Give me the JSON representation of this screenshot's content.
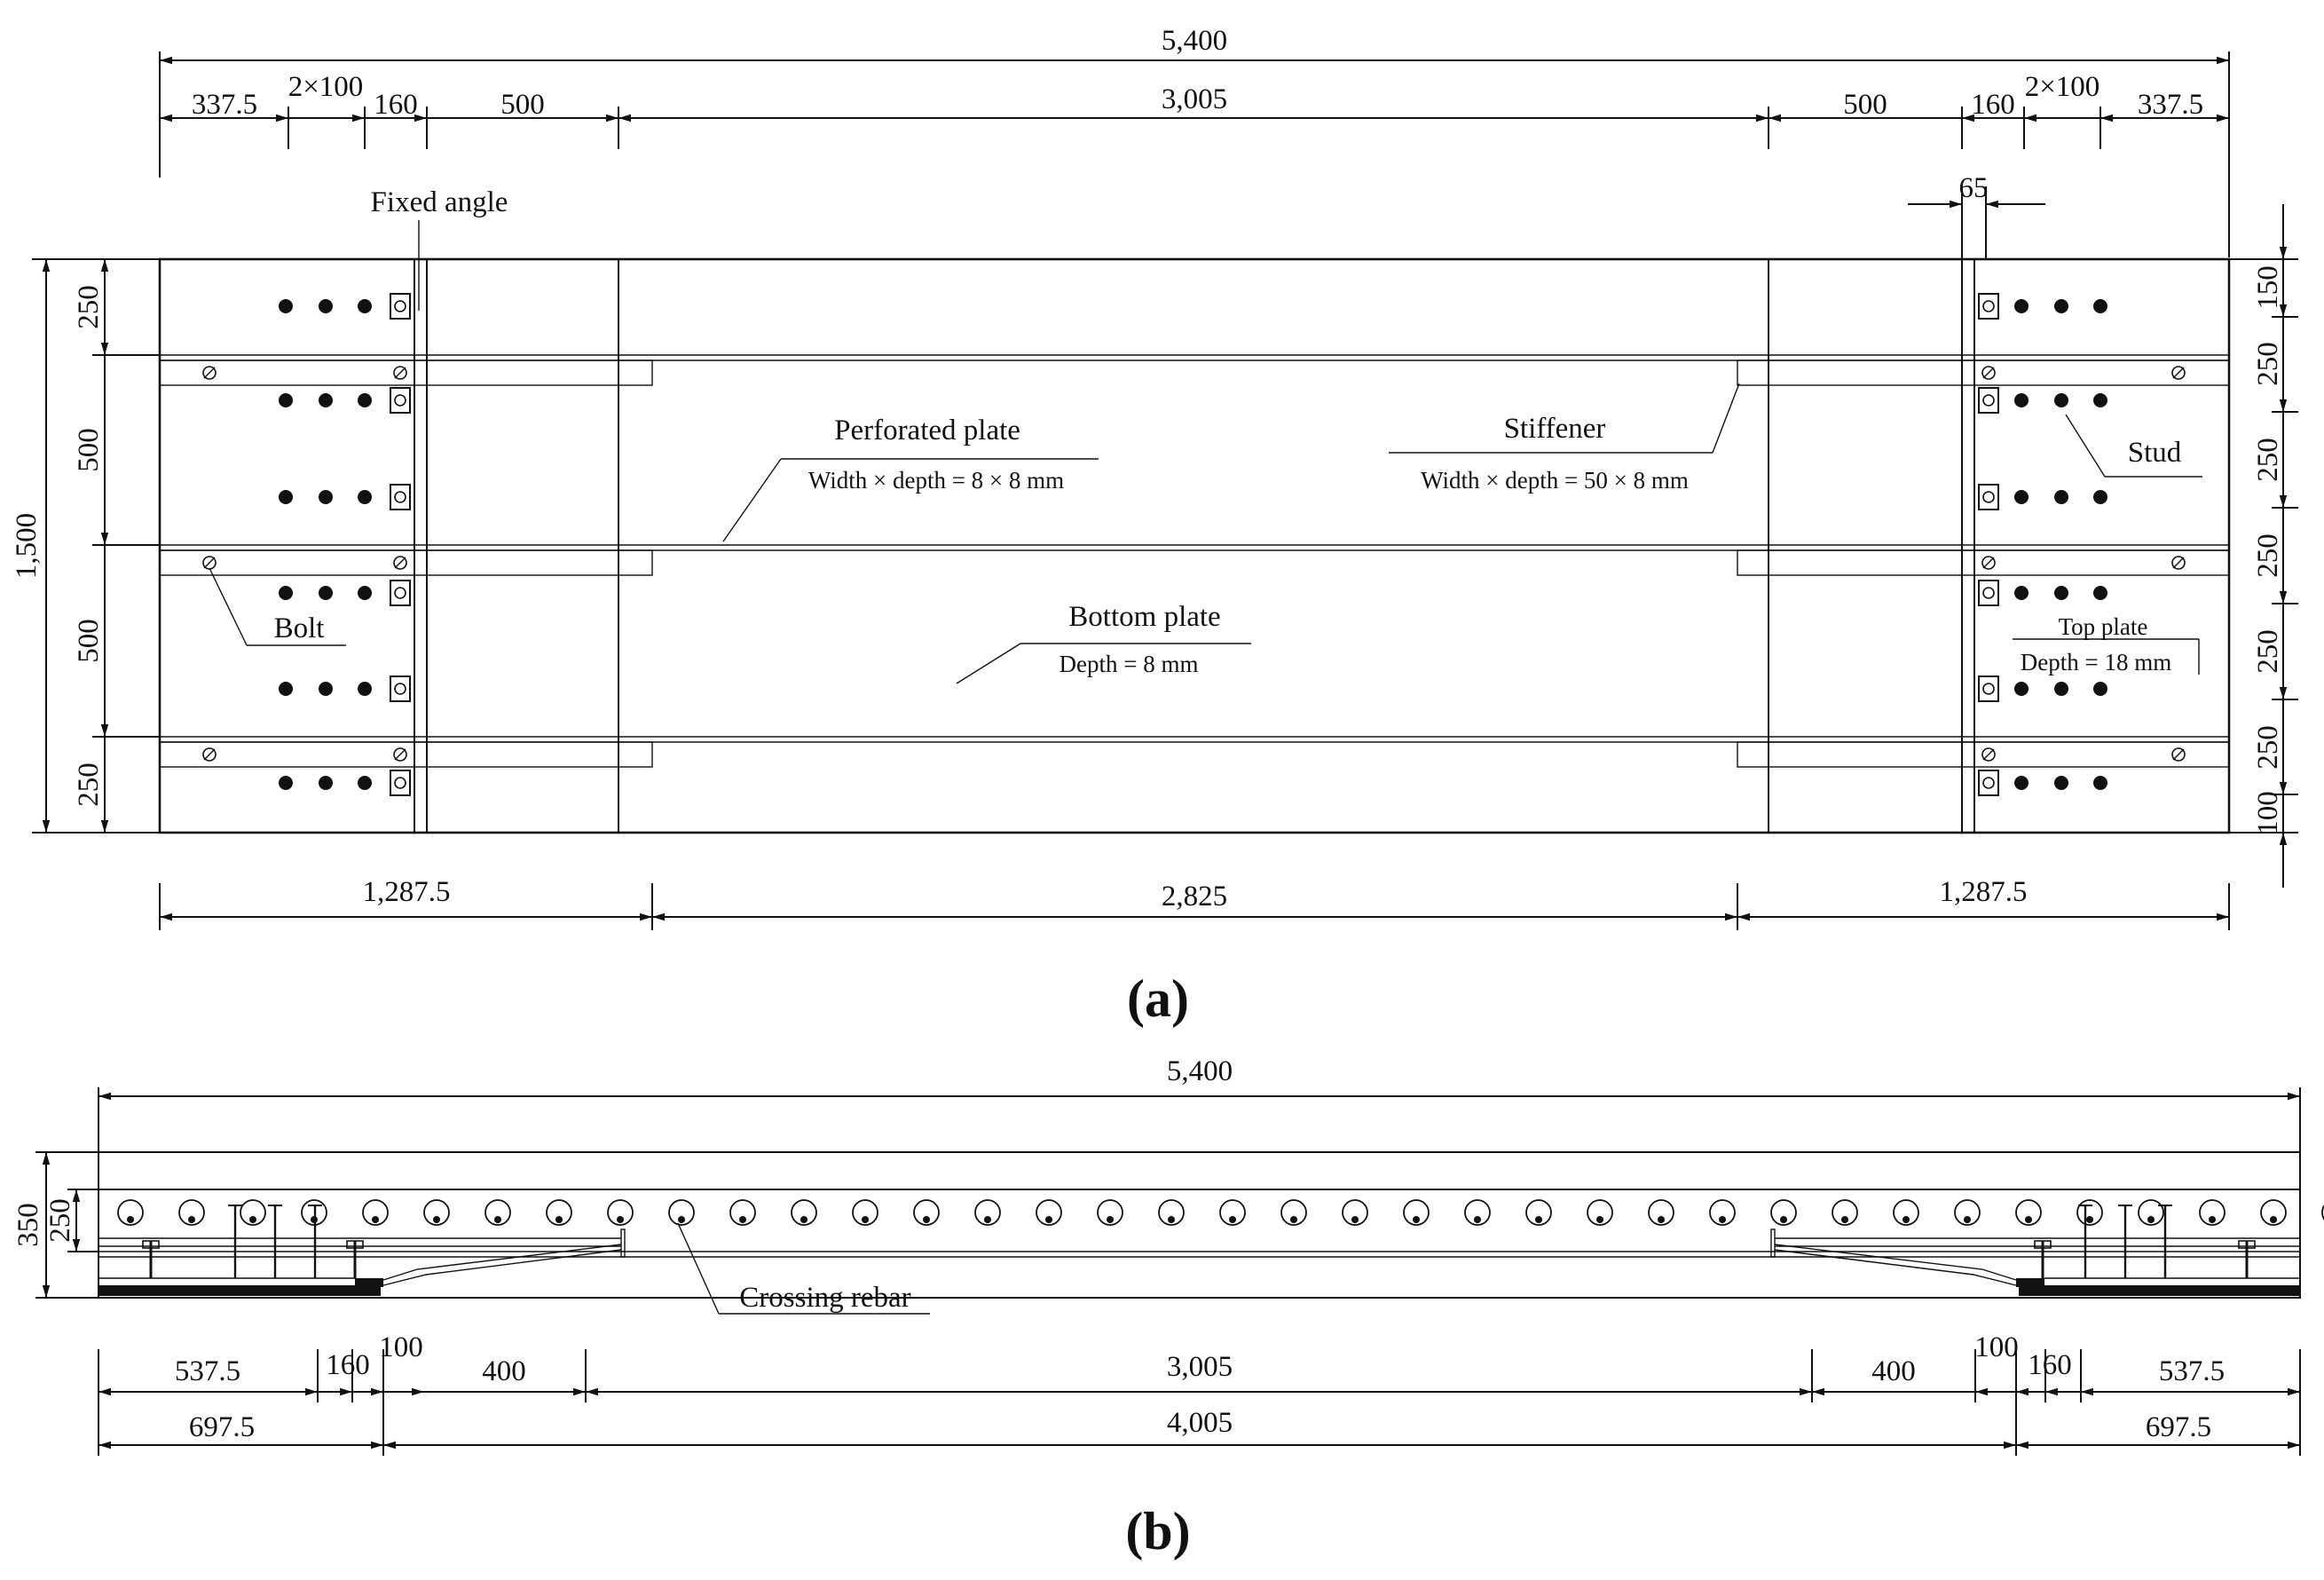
{
  "figure_a": {
    "caption": "(a)",
    "overall_length": "5,400",
    "top_dims_left": [
      "337.5",
      "2×100",
      "160",
      "500"
    ],
    "top_dim_center": "3,005",
    "top_dims_right": [
      "500",
      "160",
      "2×100",
      "337.5"
    ],
    "dim_65": "65",
    "overall_width": "1,500",
    "left_dims": [
      "250",
      "500",
      "500",
      "250"
    ],
    "right_dims": [
      "150",
      "250",
      "250",
      "250",
      "250",
      "250",
      "100"
    ],
    "bottom_dims": [
      "1,287.5",
      "2,825",
      "1,287.5"
    ],
    "labels": {
      "fixed_angle": "Fixed angle",
      "perforated_plate": "Perforated plate",
      "perforated_plate_spec": "Width × depth = 8 × 8 mm",
      "stiffener": "Stiffener",
      "stiffener_spec": "Width × depth = 50 × 8 mm",
      "stud": "Stud",
      "bolt": "Bolt",
      "bottom_plate": "Bottom plate",
      "bottom_plate_spec": "Depth = 8 mm",
      "top_plate": "Top plate",
      "top_plate_spec": "Depth = 18 mm"
    }
  },
  "figure_b": {
    "caption": "(b)",
    "overall_length": "5,400",
    "left_dims": [
      "350",
      "250"
    ],
    "dims_row1_left": [
      "537.5",
      "160",
      "100",
      "400"
    ],
    "dim_row1_center": "3,005",
    "dims_row1_right": [
      "400",
      "100",
      "160",
      "537.5"
    ],
    "dims_row2": [
      "697.5",
      "4,005",
      "697.5"
    ],
    "labels": {
      "crossing_rebar": "Crossing rebar"
    }
  }
}
